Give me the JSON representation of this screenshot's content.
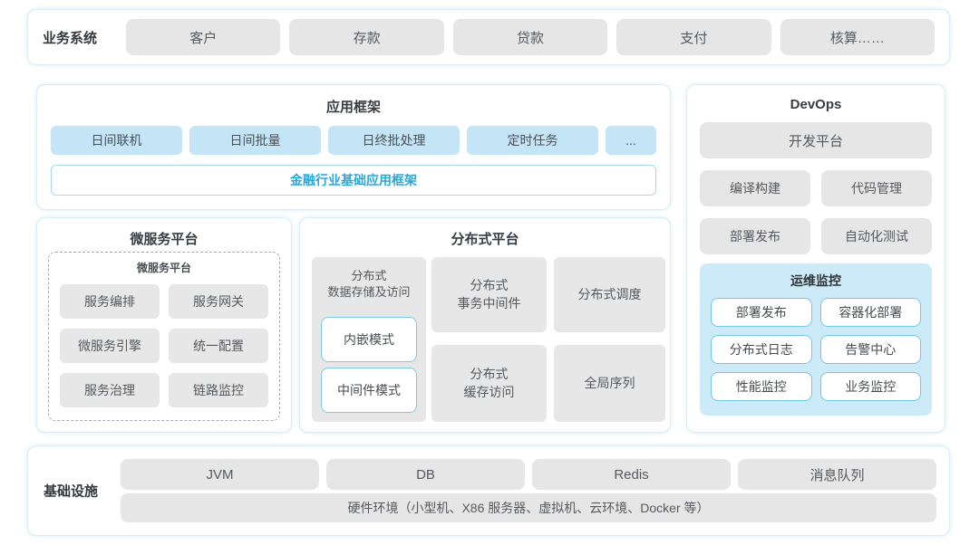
{
  "palette": {
    "accent_blue_text": "#2aa7dc",
    "module_blue_bg": "#c3e5f6",
    "monitor_panel_bg": "#cdeaf8",
    "monitor_item_border": "#72c9e4",
    "gray_box_bg": "#e6e6e6",
    "panel_border": "#d8edf6"
  },
  "business_systems": {
    "label": "业务系统",
    "items": [
      "客户",
      "存款",
      "贷款",
      "支付",
      "核算……"
    ]
  },
  "app_framework": {
    "title": "应用框架",
    "modules": [
      "日间联机",
      "日间批量",
      "日终批处理",
      "定时任务",
      "..."
    ],
    "base_framework": "金融行业基础应用框架"
  },
  "microservice_platform": {
    "title": "微服务平台",
    "inner_title": "微服务平台",
    "items": [
      "服务编排",
      "服务网关",
      "微服务引擎",
      "统一配置",
      "服务治理",
      "链路监控"
    ]
  },
  "distributed_platform": {
    "title": "分布式平台",
    "storage": {
      "label": "分布式\n数据存储及访问",
      "modes": [
        "内嵌模式",
        "中间件模式"
      ]
    },
    "cells": {
      "transaction": "分布式\n事务中间件",
      "scheduling": "分布式调度",
      "cache": "分布式\n缓存访问",
      "sequence": "全局序列"
    }
  },
  "devops": {
    "title": "DevOps",
    "platform": "开发平台",
    "tools": [
      "编译构建",
      "代码管理",
      "部署发布",
      "自动化测试"
    ],
    "monitoring": {
      "title": "运维监控",
      "items": [
        "部署发布",
        "容器化部署",
        "分布式日志",
        "告警中心",
        "性能监控",
        "业务监控"
      ]
    }
  },
  "infrastructure": {
    "label": "基础设施",
    "items": [
      "JVM",
      "DB",
      "Redis",
      "消息队列"
    ],
    "hardware": "硬件环境（小型机、X86 服务器、虚拟机、云环境、Docker 等）"
  }
}
